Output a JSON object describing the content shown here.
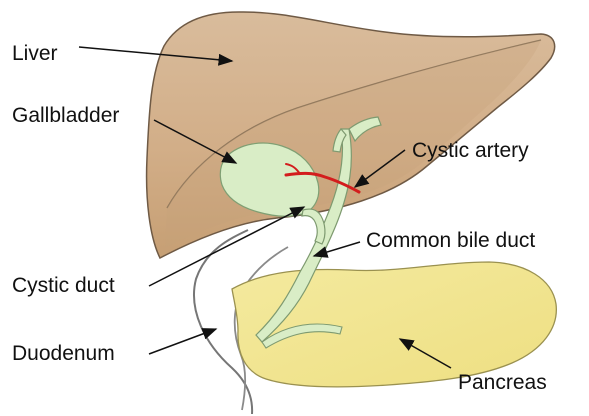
{
  "labels": {
    "liver": "Liver",
    "gallbladder": "Gallbladder",
    "cystic_artery": "Cystic artery",
    "common_bile_duct": "Common bile duct",
    "cystic_duct": "Cystic duct",
    "duodenum": "Duodenum",
    "pancreas": "Pancreas"
  },
  "colors": {
    "liver_fill": "#d7b99a",
    "liver_shadow": "#c8a27a",
    "liver_outline": "#6f5a45",
    "gallbladder_fill": "#d9edc6",
    "gallbladder_outline": "#7f9f73",
    "duct_fill": "#d9edc6",
    "duct_outline": "#7e9a70",
    "artery": "#d31d1d",
    "pancreas_fill": "#f2e795",
    "pancreas_outline": "#9a9150",
    "duodenum_outline": "#767676",
    "label_text": "#111111",
    "pointer": "#111111"
  }
}
